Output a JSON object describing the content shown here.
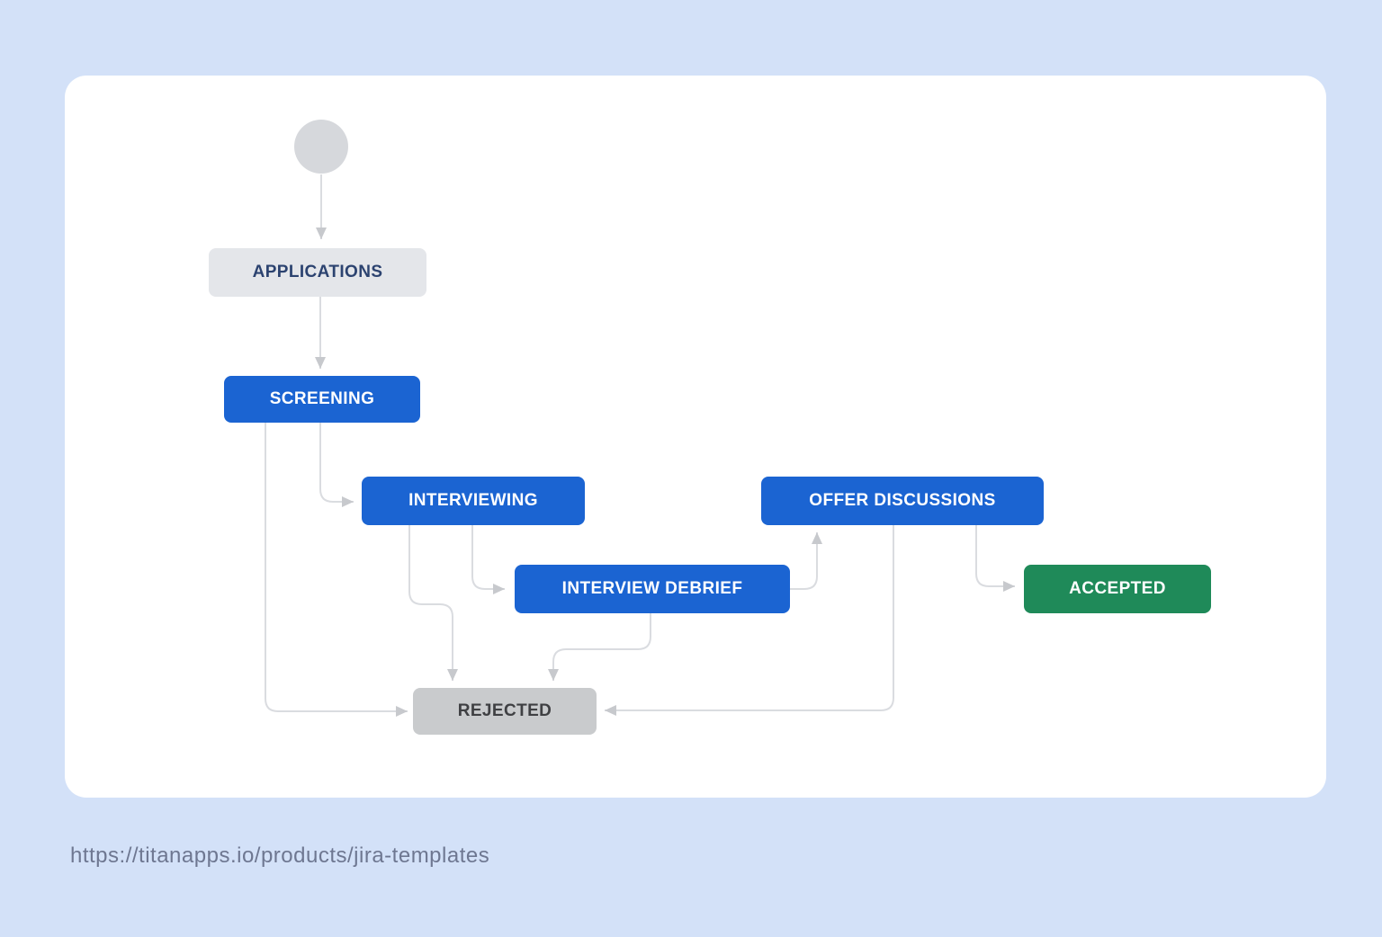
{
  "caption": {
    "url_text": "https://titanapps.io/products/jira-templates"
  },
  "colors": {
    "background": "#d3e1f8",
    "card": "#ffffff",
    "in_progress": "#1b64d2",
    "done": "#1f8a59",
    "todo_bg": "#e4e6ea",
    "todo_text": "#2c4370",
    "neutral_bg": "#c9cbcd",
    "neutral_text": "#3f4043",
    "connector": "#dadce0",
    "arrowhead": "#c7c9cd",
    "start_circle": "#d6d8dc",
    "caption_text": "#6e7791"
  },
  "diagram": {
    "type": "workflow",
    "nodes": [
      {
        "id": "start",
        "kind": "start-point",
        "label": ""
      },
      {
        "id": "applications",
        "label": "APPLICATIONS",
        "category": "todo"
      },
      {
        "id": "screening",
        "label": "SCREENING",
        "category": "in-progress"
      },
      {
        "id": "interviewing",
        "label": "INTERVIEWING",
        "category": "in-progress"
      },
      {
        "id": "interview-debrief",
        "label": "INTERVIEW DEBRIEF",
        "category": "in-progress"
      },
      {
        "id": "offer-discussions",
        "label": "OFFER DISCUSSIONS",
        "category": "in-progress"
      },
      {
        "id": "accepted",
        "label": "ACCEPTED",
        "category": "done"
      },
      {
        "id": "rejected",
        "label": "REJECTED",
        "category": "neutral"
      }
    ],
    "edges": [
      {
        "from": "start",
        "to": "applications"
      },
      {
        "from": "applications",
        "to": "screening"
      },
      {
        "from": "screening",
        "to": "interviewing"
      },
      {
        "from": "screening",
        "to": "rejected"
      },
      {
        "from": "interviewing",
        "to": "interview-debrief"
      },
      {
        "from": "interviewing",
        "to": "rejected"
      },
      {
        "from": "interview-debrief",
        "to": "offer-discussions"
      },
      {
        "from": "interview-debrief",
        "to": "rejected"
      },
      {
        "from": "offer-discussions",
        "to": "accepted"
      },
      {
        "from": "offer-discussions",
        "to": "rejected"
      }
    ]
  }
}
